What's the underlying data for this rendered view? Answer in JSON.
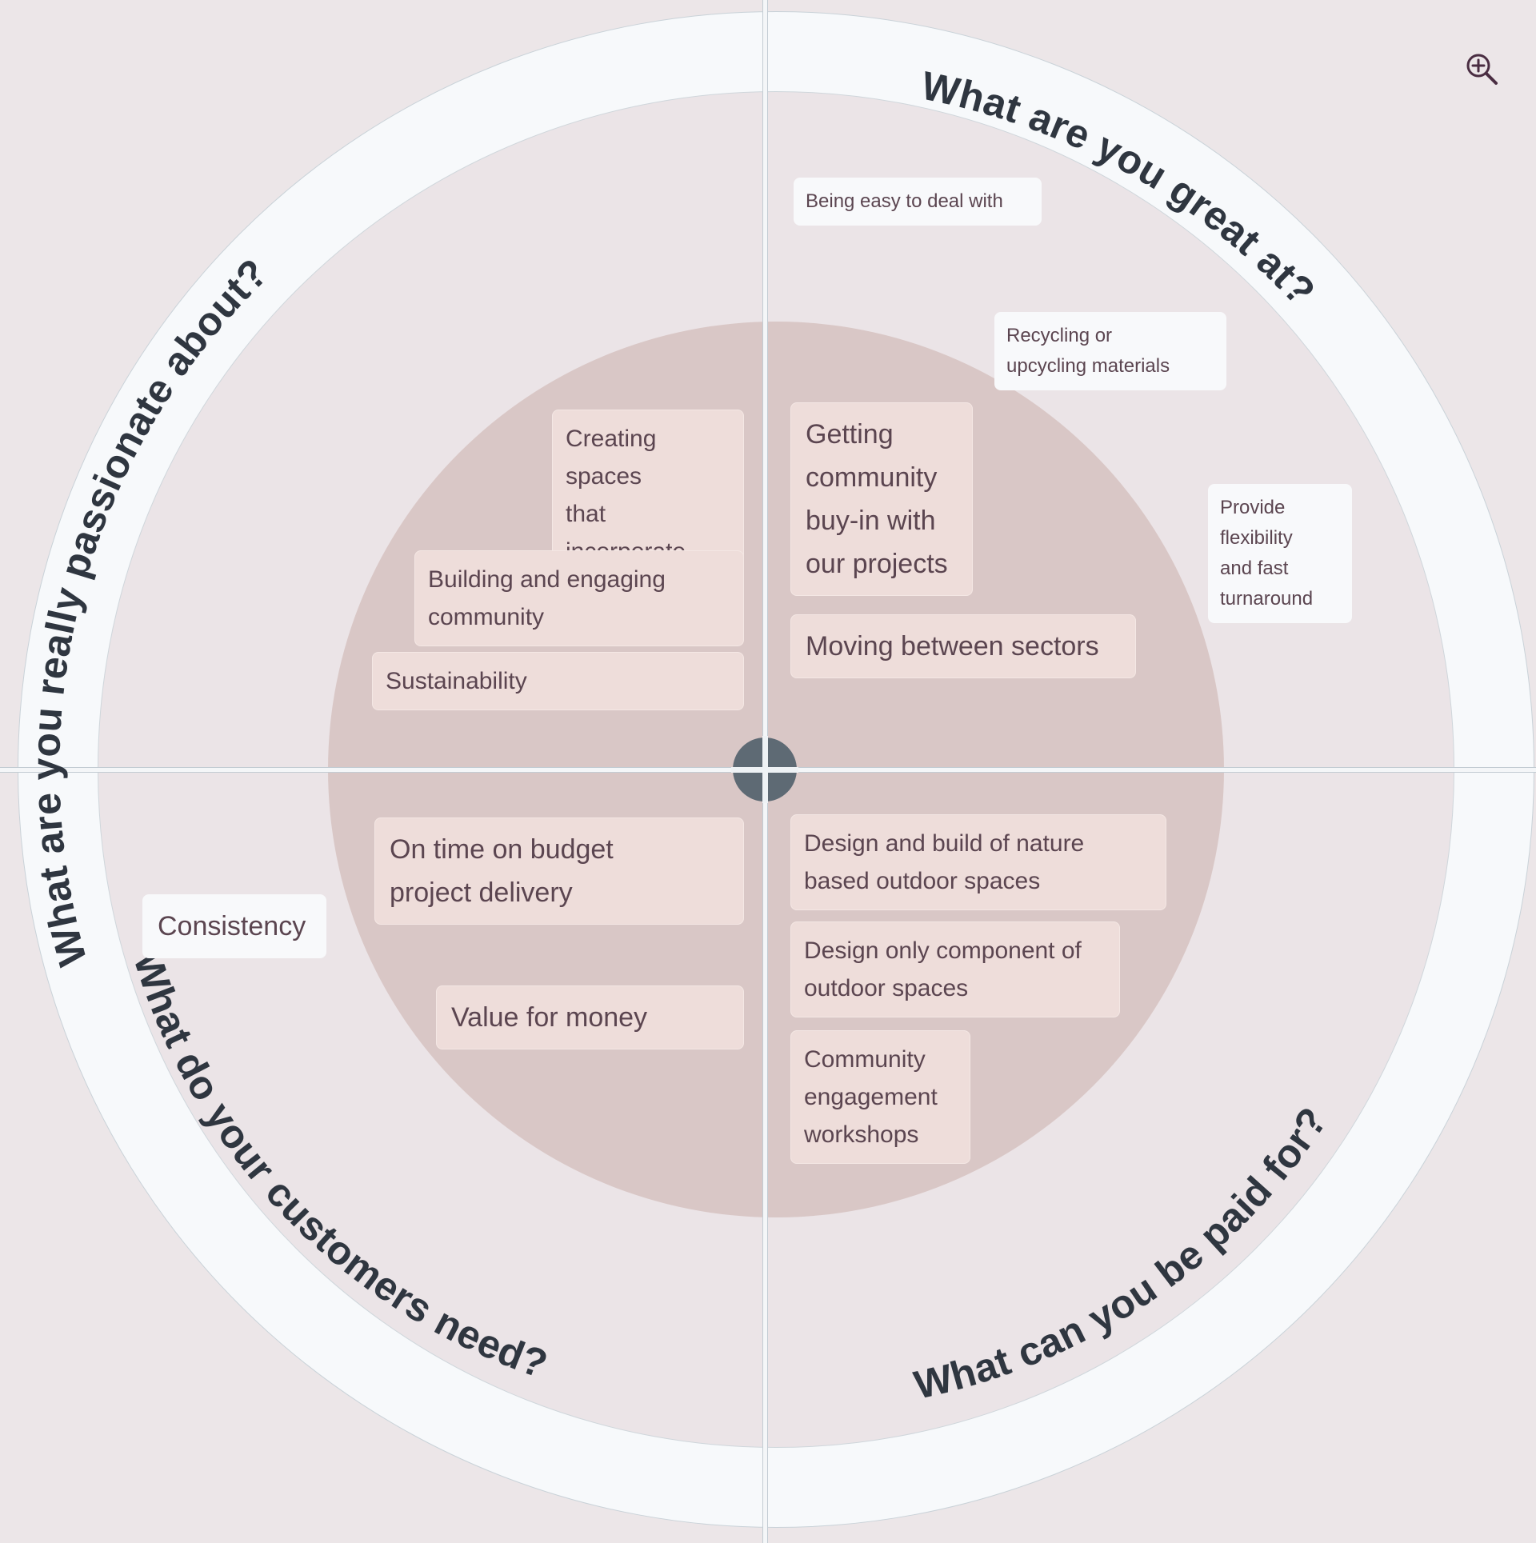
{
  "board": {
    "title": "Ikigai / Sweet Spot four-quadrant canvas",
    "colors": {
      "background": "#ece6e8",
      "outer_ring": "#f7f9fb",
      "mid_ring": "#ebe4e7",
      "inner_circle": "#d9c7c6",
      "axis_line": "#c3ccd3",
      "center_hub": "#5e6a74",
      "note_pink": "#eeddda",
      "note_white": "#f8f9fb",
      "note_text": "#5b4550",
      "label_text": "#2f3640"
    }
  },
  "toolbar": {
    "zoom_in_icon": "zoom-in-icon",
    "zoom_in_label": "Zoom in"
  },
  "quadrants": [
    {
      "id": "passionate",
      "label": "What are you really passionate about?"
    },
    {
      "id": "great-at",
      "label": "What are you great at?"
    },
    {
      "id": "customers",
      "label": "What do your customers need?"
    },
    {
      "id": "paid-for",
      "label": "What can you be paid for?"
    }
  ],
  "notes": {
    "top_left": [
      {
        "id": "creating-spaces",
        "text": "Creating spaces\nthat incorporate\nnature",
        "style": "pink"
      },
      {
        "id": "building-community",
        "text": "Building and engaging\ncommunity",
        "style": "pink"
      },
      {
        "id": "sustainability",
        "text": "Sustainability",
        "style": "pink"
      }
    ],
    "top_right": [
      {
        "id": "being-easy",
        "text": "Being easy to deal with",
        "style": "white"
      },
      {
        "id": "recycling",
        "text": "Recycling or\nupcycling materials",
        "style": "white"
      },
      {
        "id": "provide-flexibility",
        "text": "Provide\nflexibility\nand fast\nturnaround",
        "style": "white"
      },
      {
        "id": "community-buy-in",
        "text": "Getting\ncommunity\nbuy-in with\nour projects",
        "style": "pink"
      },
      {
        "id": "moving-sectors",
        "text": "Moving between sectors",
        "style": "pink"
      }
    ],
    "bottom_left": [
      {
        "id": "consistency",
        "text": "Consistency",
        "style": "white"
      },
      {
        "id": "on-time-on-budget",
        "text": "On time on budget\nproject delivery",
        "style": "pink"
      },
      {
        "id": "value-for-money",
        "text": "Value for money",
        "style": "pink"
      }
    ],
    "bottom_right": [
      {
        "id": "design-and-build",
        "text": "Design and build of nature\nbased outdoor spaces",
        "style": "pink"
      },
      {
        "id": "design-only",
        "text": "Design only component of\noutdoor spaces",
        "style": "pink"
      },
      {
        "id": "engagement-workshops",
        "text": "Community\nengagement\nworkshops",
        "style": "pink"
      }
    ]
  }
}
